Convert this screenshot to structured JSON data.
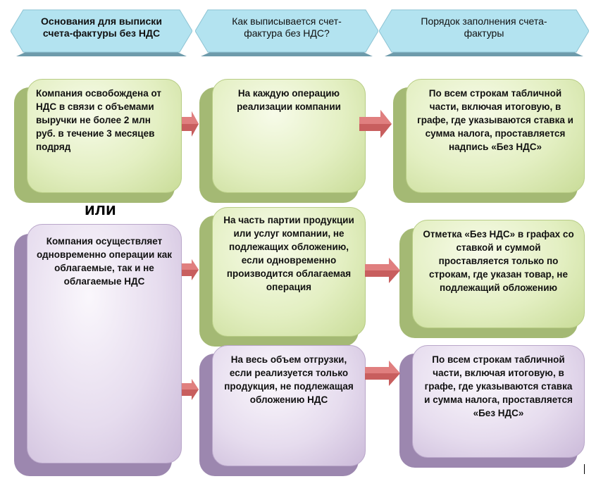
{
  "headers": [
    "Основания для выписки счета-фактуры без НДС",
    "Как выписывается счет-фактура без НДС?",
    "Порядок заполнения счета-фактуры"
  ],
  "reasons": {
    "first": "Компания освобождена от НДС в связи с объемами выручки не более 2 млн руб. в течение 3 месяцев подряд",
    "or": "или",
    "second": "Компания осуществляет одновременно операции как облагаемые, так и не облагаемые НДС"
  },
  "how": {
    "each_operation": "На каждую операцию реализации компании",
    "partial": "На часть партии продукции или услуг компании, не подлежащих обложению, если одновременно производится облагаемая операция",
    "whole": "На весь объем отгрузки, если реализуется только продукция, не подлежащая обложению НДС"
  },
  "procedure": {
    "all_rows_1": "По всем строкам табличной части, включая итоговую, в графе, где указываются ставка и сумма налога, проставляется надпись «Без НДС»",
    "marked_rows": "Отметка «Без НДС» в графах со ставкой и суммой проставляется только по строкам, где указан товар, не подлежащий обложению",
    "all_rows_2": "По всем строкам табличной части, включая итоговую, в графе, где указываются ставка и сумма налога, проставляется «Без НДС»"
  }
}
